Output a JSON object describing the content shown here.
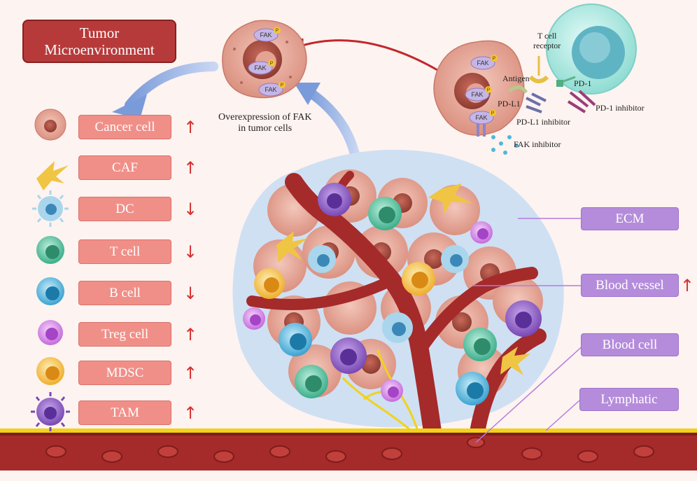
{
  "title": {
    "line1": "Tumor",
    "line2": "Microenvironment"
  },
  "legend": [
    {
      "label": "Cancer cell",
      "trend": "↑",
      "icon": "cancer-cell-icon"
    },
    {
      "label": "CAF",
      "trend": "↑",
      "icon": "caf-icon"
    },
    {
      "label": "DC",
      "trend": "↓",
      "icon": "dendritic-cell-icon"
    },
    {
      "label": "T cell",
      "trend": "↓",
      "icon": "t-cell-icon"
    },
    {
      "label": "B cell",
      "trend": "↓",
      "icon": "b-cell-icon"
    },
    {
      "label": "Treg cell",
      "trend": "↑",
      "icon": "treg-cell-icon"
    },
    {
      "label": "MDSC",
      "trend": "↑",
      "icon": "mdsc-icon"
    },
    {
      "label": "TAM",
      "trend": "↑",
      "icon": "tam-icon"
    }
  ],
  "components": {
    "ecm": "ECM",
    "blood_vessel": "Blood vessel",
    "blood_vessel_trend": "↑",
    "blood_cell": "Blood cell",
    "lymphatic": "Lymphatic"
  },
  "fak_caption": {
    "line1": "Overexpression of FAK",
    "line2": "in tumor cells"
  },
  "fak_label": "FAK",
  "phospho_label": "P",
  "immune": {
    "t_cell_receptor_line1": "T cell",
    "t_cell_receptor_line2": "receptor",
    "antigen": "Antigen",
    "pd1": "PD-1",
    "pdl1": "PD-L1",
    "pd1_inhibitor": "PD-1 inhibitor",
    "pdl1_inhibitor": "PD-L1 inhibitor",
    "fak_inhibitor": "FAK inhibitor"
  },
  "colors": {
    "vessel": "#a52a2a",
    "vessel_dark": "#7e1c1c",
    "lymph": "#f2d21b",
    "ecm": "#cfe0f3",
    "cancer": "#e4a898",
    "title_bg": "#b73a3a",
    "legend_bg": "#f08f88",
    "component_bg": "#b58cdb",
    "arrow_up_down": "#d63232"
  }
}
